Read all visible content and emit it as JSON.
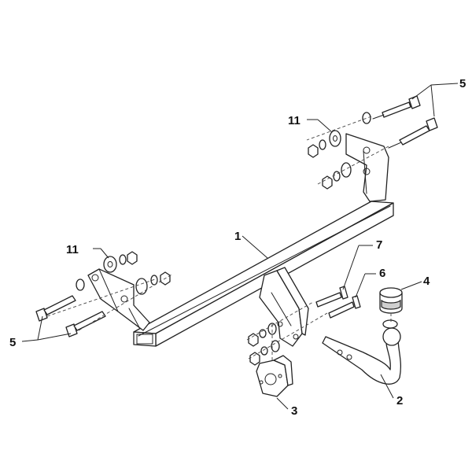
{
  "callouts": [
    {
      "id": "c1",
      "text": "1"
    },
    {
      "id": "c2",
      "text": "2"
    },
    {
      "id": "c3",
      "text": "3"
    },
    {
      "id": "c4",
      "text": "4"
    },
    {
      "id": "c5a",
      "text": "5"
    },
    {
      "id": "c5b",
      "text": "5"
    },
    {
      "id": "c6",
      "text": "6"
    },
    {
      "id": "c7",
      "text": "7"
    },
    {
      "id": "c11a",
      "text": "11"
    },
    {
      "id": "c11b",
      "text": "11"
    }
  ],
  "colors": {
    "line": "#222222",
    "background": "#ffffff",
    "shade": "#cfcfcf"
  }
}
